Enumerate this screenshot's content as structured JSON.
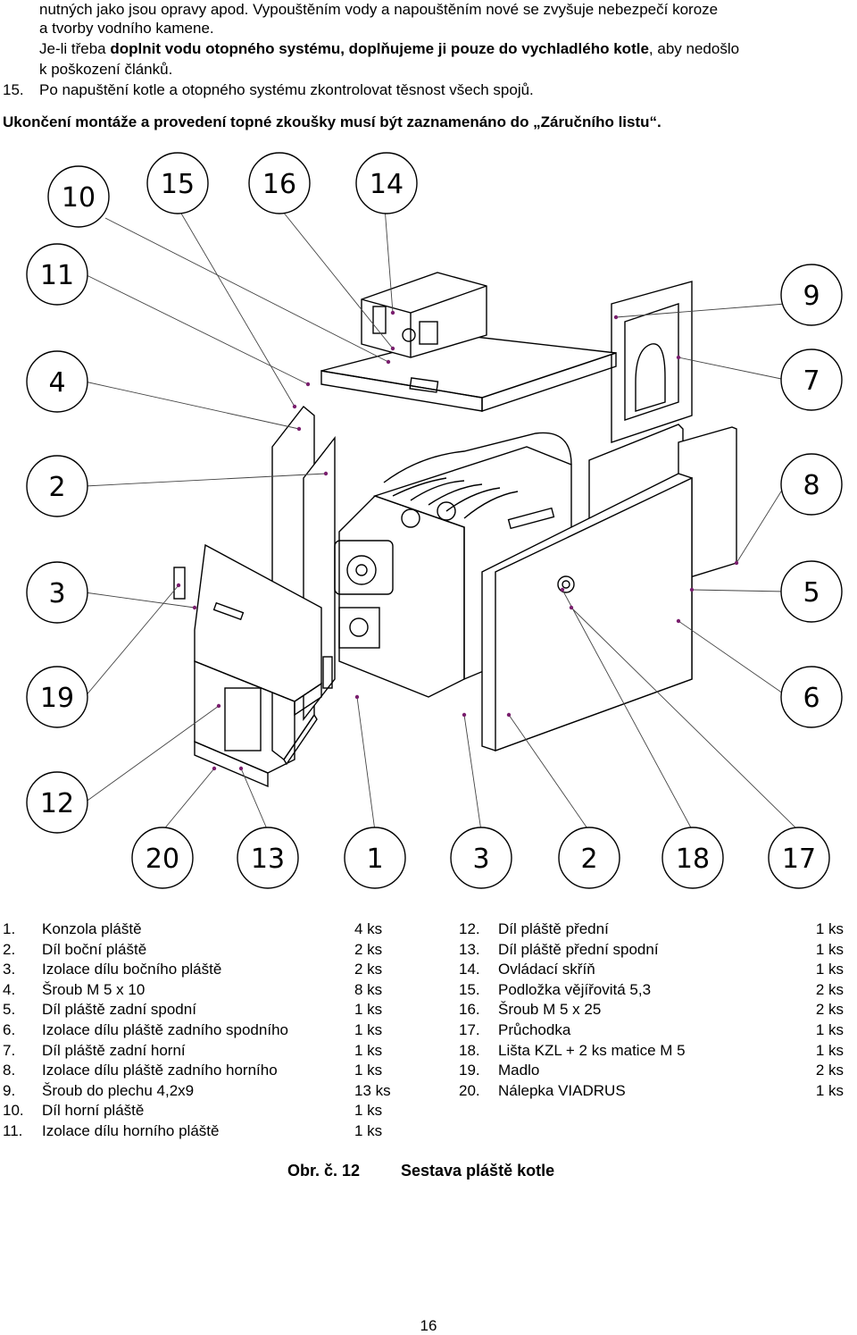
{
  "header_text": {
    "line1": "nutných jako jsou opravy apod. Vypouštěním vody a napouštěním nové se zvyšuje nebezpečí koroze",
    "line2": "a tvorby vodního kamene.",
    "line3_pre": "Je-li třeba ",
    "line3_bold": "doplnit vodu otopného systému, doplňujeme ji pouze do vychladlého kotle",
    "line3_post": ", aby nedošlo",
    "line4": "k poškození článků.",
    "item15_number": "15.",
    "item15_text": "Po napuštění kotle a otopného systému zkontrolovat těsnost všech spojů.",
    "notice": "Ukončení montáže a provedení topné zkoušky musí být zaznamenáno do „Záručního listu“."
  },
  "diagram_callouts": {
    "c10": "10",
    "c15": "15",
    "c16": "16",
    "c14": "14",
    "c11": "11",
    "c4": "4",
    "c2": "2",
    "c3": "3",
    "c19": "19",
    "c12": "12",
    "c9": "9",
    "c7": "7",
    "c8": "8",
    "c5": "5",
    "c6": "6",
    "c20": "20",
    "c13": "13",
    "c1": "1",
    "c3b": "3",
    "c2b": "2",
    "c18": "18",
    "c17": "17"
  },
  "parts_left": [
    {
      "n": "1.",
      "name": "Konzola pláště",
      "qty": "4 ks"
    },
    {
      "n": "2.",
      "name": "Díl boční pláště",
      "qty": "2 ks"
    },
    {
      "n": "3.",
      "name": "Izolace dílu bočního pláště",
      "qty": "2 ks"
    },
    {
      "n": "4.",
      "name": "Šroub M 5 x 10",
      "qty": "8 ks"
    },
    {
      "n": "5.",
      "name": "Díl pláště zadní spodní",
      "qty": "1 ks"
    },
    {
      "n": "6.",
      "name": "Izolace dílu pláště zadního spodního",
      "qty": "1 ks"
    },
    {
      "n": "7.",
      "name": "Díl pláště zadní horní",
      "qty": "1 ks"
    },
    {
      "n": "8.",
      "name": "Izolace dílu pláště zadního horního",
      "qty": "1 ks"
    },
    {
      "n": "9.",
      "name": "Šroub do plechu 4,2x9",
      "qty": "13 ks"
    },
    {
      "n": "10.",
      "name": "Díl horní pláště",
      "qty": "1 ks"
    },
    {
      "n": "11.",
      "name": "Izolace dílu horního pláště",
      "qty": "1 ks"
    }
  ],
  "parts_right": [
    {
      "n": "12.",
      "name": "Díl pláště přední",
      "qty": "1 ks"
    },
    {
      "n": "13.",
      "name": "Díl pláště přední spodní",
      "qty": "1 ks"
    },
    {
      "n": "14.",
      "name": "Ovládací skříň",
      "qty": "1 ks"
    },
    {
      "n": "15.",
      "name": "Podložka vějířovitá 5,3",
      "qty": "2 ks"
    },
    {
      "n": "16.",
      "name": "Šroub M 5 x 25",
      "qty": "2 ks"
    },
    {
      "n": "17.",
      "name": "Průchodka",
      "qty": "1 ks"
    },
    {
      "n": "18.",
      "name": "Lišta KZL + 2 ks matice M 5",
      "qty": "1 ks"
    },
    {
      "n": "19.",
      "name": "Madlo",
      "qty": "2 ks"
    },
    {
      "n": "20.",
      "name": "Nálepka VIADRUS",
      "qty": "1 ks"
    }
  ],
  "caption": {
    "figure": "Obr. č. 12",
    "title": "Sestava pláště kotle"
  },
  "page_number": "16",
  "colors": {
    "text": "#000000",
    "callout_dot": "#7a1f6e"
  }
}
